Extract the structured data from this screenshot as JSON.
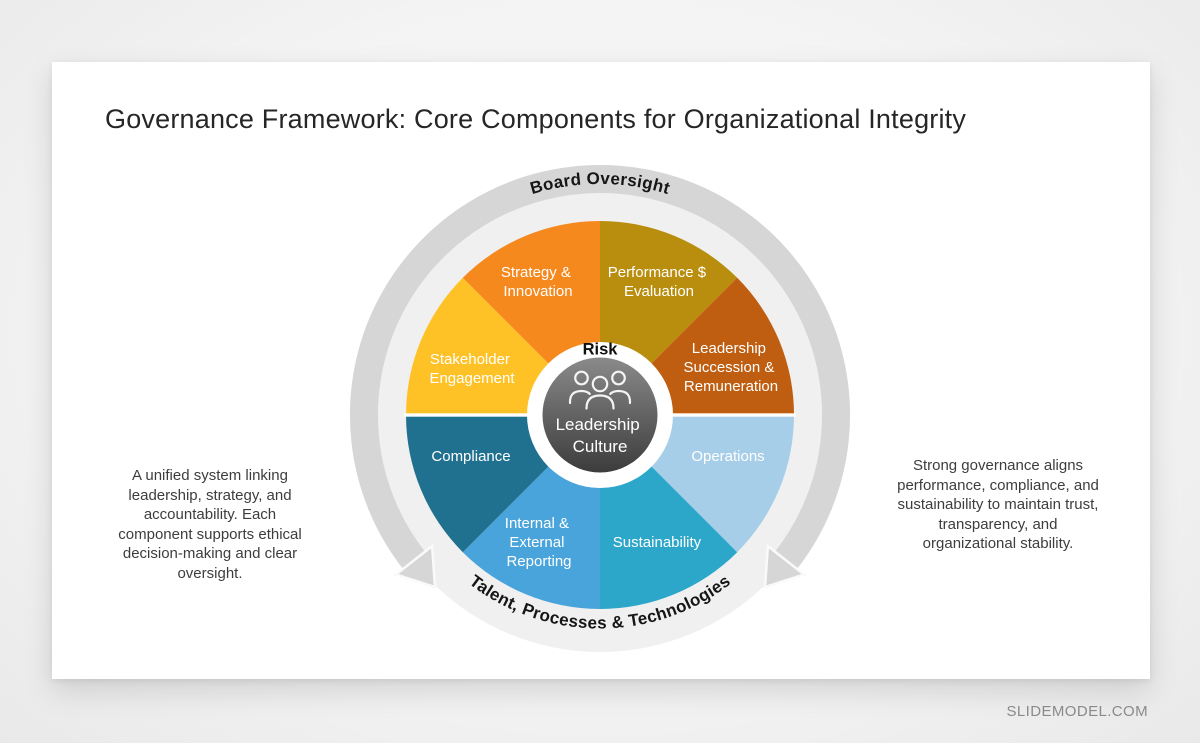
{
  "slide": {
    "title": "Governance Framework: Core Components for Organizational Integrity",
    "left_note": "A unified system linking leadership, strategy, and accountability. Each component supports ethical decision-making and clear oversight.",
    "right_note": "Strong governance aligns performance, compliance, and sustainability to maintain trust, transparency, and organizational stability.",
    "watermark": "SLIDEMODEL.COM"
  },
  "diagram": {
    "ring_top_label": "Board Oversight",
    "ring_bottom_label": "Talent, Processes & Technologies",
    "risk_label": "Risk",
    "center": {
      "icon": "people-group-icon",
      "lines": [
        "Leadership",
        "Culture"
      ]
    },
    "segments": [
      {
        "id": "performance-evaluation",
        "lines": [
          "Performance $",
          "Evaluation"
        ],
        "color": "#B98E0E"
      },
      {
        "id": "leadership-succession-remuneration",
        "lines": [
          "Leadership",
          "Succession &",
          "Remuneration"
        ],
        "color": "#BF5E11"
      },
      {
        "id": "operations",
        "lines": [
          "Operations"
        ],
        "color": "#A7CEE9"
      },
      {
        "id": "sustainability",
        "lines": [
          "Sustainability"
        ],
        "color": "#2CA7CA"
      },
      {
        "id": "internal-external-reporting",
        "lines": [
          "Internal &",
          "External",
          "Reporting"
        ],
        "color": "#49A4DB"
      },
      {
        "id": "compliance",
        "lines": [
          "Compliance"
        ],
        "color": "#20718F"
      },
      {
        "id": "stakeholder-engagement",
        "lines": [
          "Stakeholder",
          "Engagement"
        ],
        "color": "#FFC226"
      },
      {
        "id": "strategy-innovation",
        "lines": [
          "Strategy &",
          "Innovation"
        ],
        "color": "#F6891E"
      }
    ],
    "ring_color": "#D6D6D6",
    "inner_ring_color": "#F0F0F0",
    "center_circle_colors": {
      "top": "#8A8A8A",
      "bottom": "#3C3C3C"
    }
  }
}
